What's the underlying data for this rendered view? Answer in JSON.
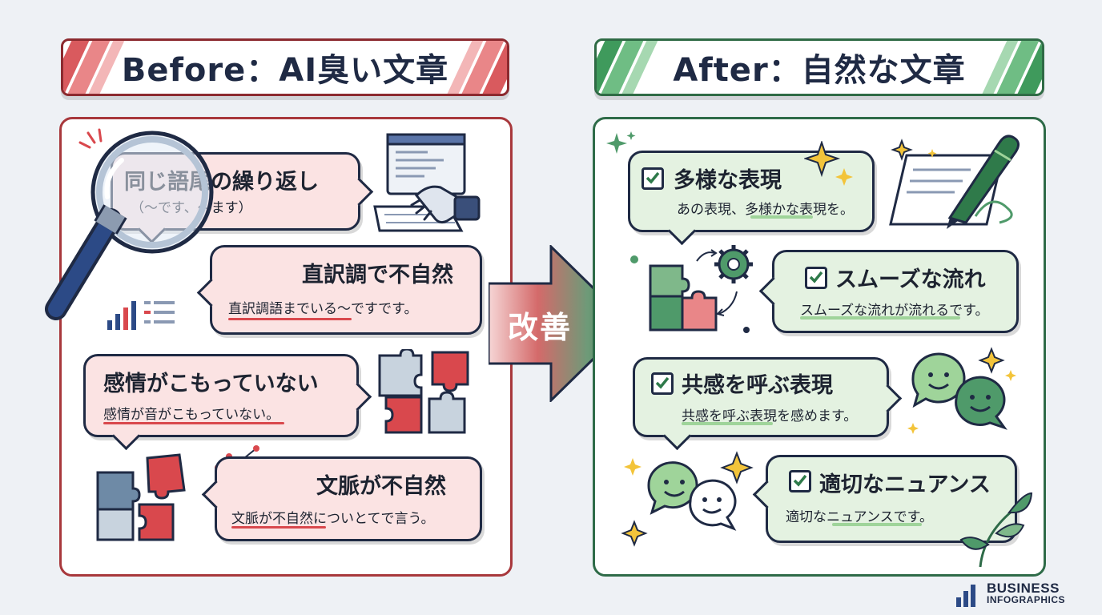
{
  "before": {
    "header": "Before：AI臭い文章",
    "items": [
      {
        "title": "同じ語尾の繰り返し",
        "detail": "（〜です、〜ます）"
      },
      {
        "title": "直訳調で不自然",
        "detail": "直訳調語までいる〜ですです。"
      },
      {
        "title": "感情がこもっていない",
        "detail": "感情が音がこもっていない。"
      },
      {
        "title": "文脈が不自然",
        "detail": "文脈が不自然についとてで言う。"
      }
    ]
  },
  "center": {
    "label": "改善"
  },
  "after": {
    "header": "After：自然な文章",
    "items": [
      {
        "title": "多様な表現",
        "detail": "あの表現、多様かな表現を。"
      },
      {
        "title": "スムーズな流れ",
        "detail": "スムーズな流れが流れるです。"
      },
      {
        "title": "共感を呼ぶ表現",
        "detail": "共感を呼ぶ表現を感めます。"
      },
      {
        "title": "適切なニュアンス",
        "detail": "適切なニュアンスです。"
      }
    ]
  },
  "brand": {
    "line1": "BUSINESS",
    "line2": "INFOGRAPHICS"
  },
  "colors": {
    "before_accent": "#a8383c",
    "before_bubble": "#fbe3e3",
    "after_accent": "#2e6b48",
    "after_bubble": "#e4f2e1",
    "navy": "#1f2a44"
  }
}
